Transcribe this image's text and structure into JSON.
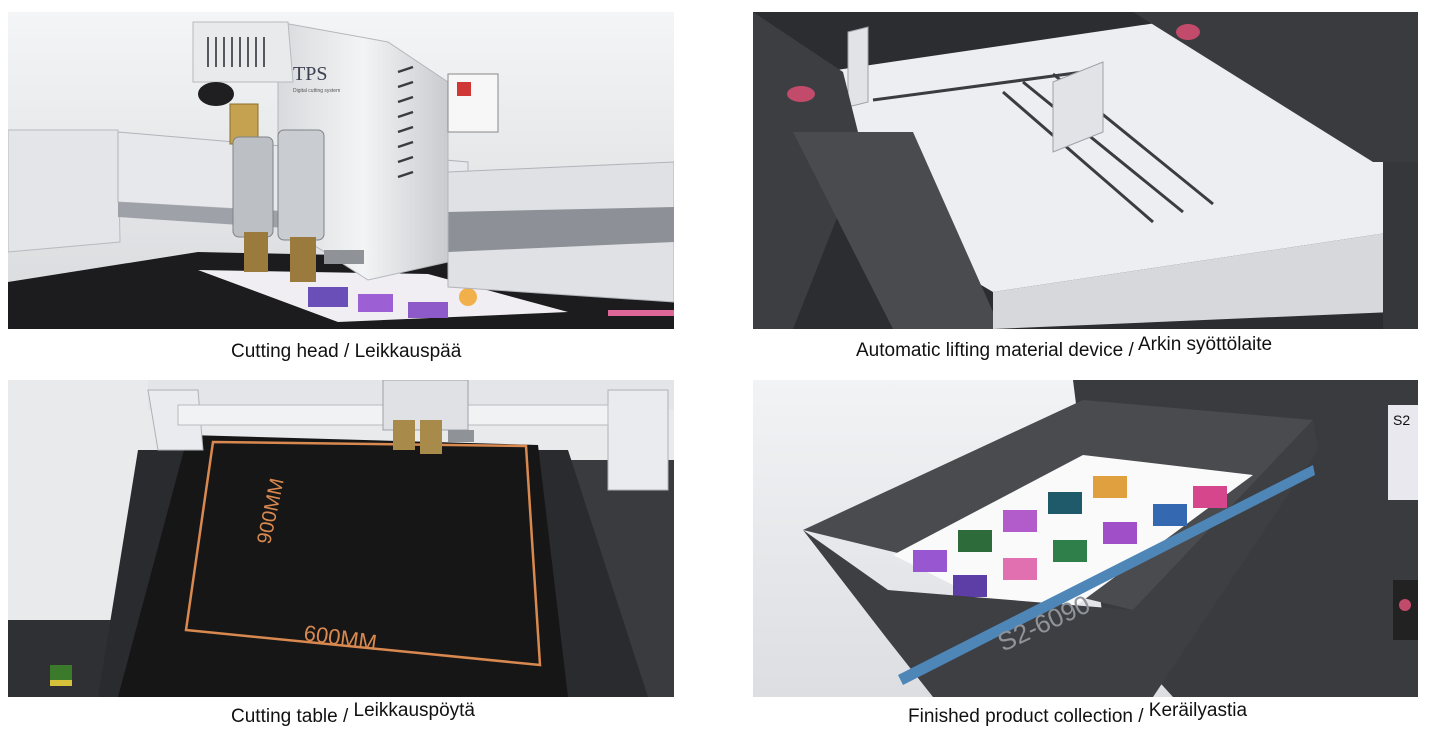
{
  "panels": [
    {
      "id": "cutting-head",
      "caption_en": "Cutting head /",
      "caption_fi": "Leikkauspää",
      "brand_text": "TPS",
      "brand_subtext": "Digital cutting system"
    },
    {
      "id": "feeder",
      "caption_en": "Automatic lifting material device /",
      "caption_fi": "Arkin syöttölaite"
    },
    {
      "id": "cutting-table",
      "caption_en": "Cutting table /",
      "caption_fi": "Leikkauspöytä",
      "dim_long": "900MM",
      "dim_short": "600MM"
    },
    {
      "id": "collection",
      "caption_en": "Finished product collection /",
      "caption_fi": "Keräilyastia",
      "model_text": "S2-6090",
      "side_label": "S2"
    }
  ],
  "colors": {
    "accent_orange": "#d9894f",
    "machine_dark": "#3a3b3e",
    "machine_white": "#e9eaec",
    "pink_stripe": "#e0669a"
  }
}
